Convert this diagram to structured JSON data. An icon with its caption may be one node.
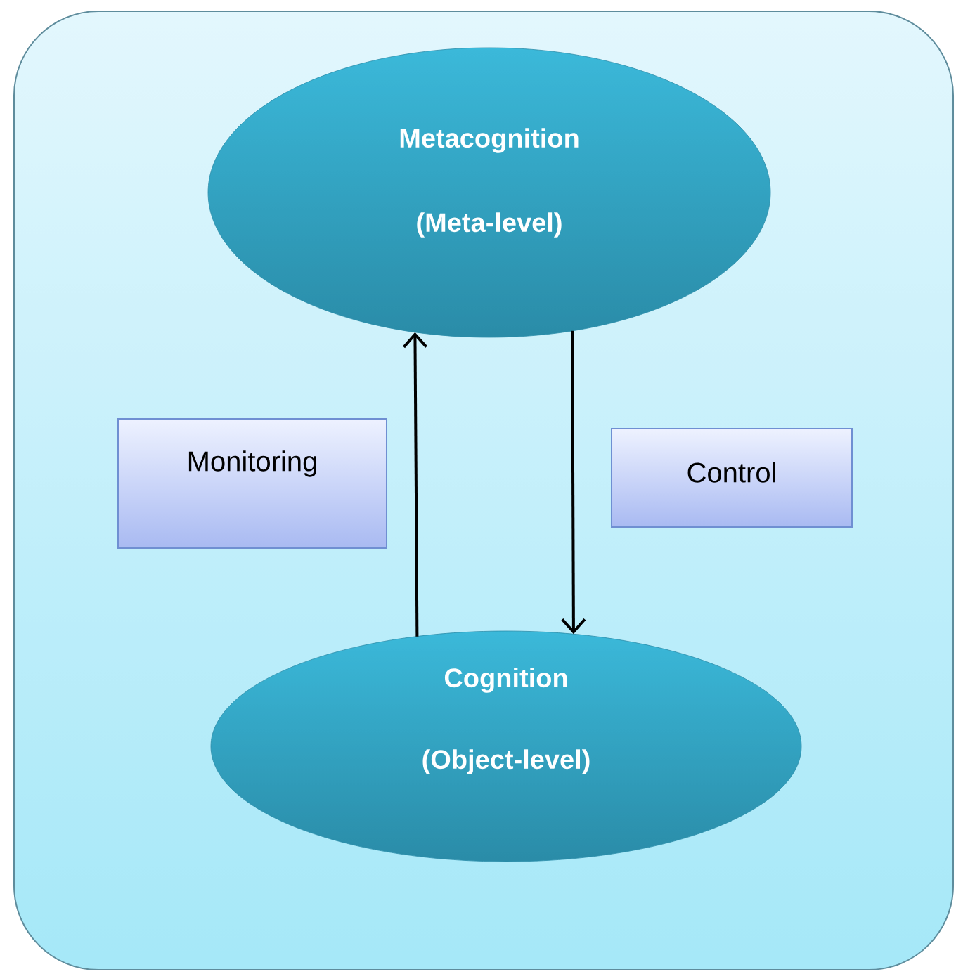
{
  "diagram": {
    "nodes": [
      {
        "text": [
          "Metacognition",
          "(Meta-level)"
        ]
      },
      {
        "text": [
          "Cognition",
          "(Object-level)"
        ]
      },
      {
        "text": [
          "Monitoring"
        ]
      },
      {
        "text": [
          "Control"
        ]
      }
    ],
    "edges": [
      {
        "from": 1,
        "to": 0,
        "arrow": "to"
      },
      {
        "from": 0,
        "to": 1,
        "arrow": "to"
      }
    ]
  }
}
